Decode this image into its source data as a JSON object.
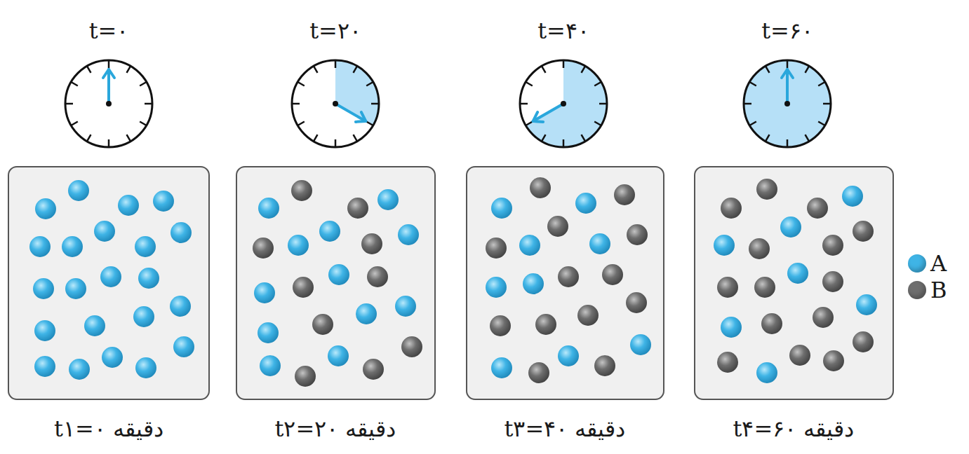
{
  "diagram": {
    "labels": [
      "t=۰",
      "t=۲۰",
      "t=۴۰",
      "t=۶۰",
      "t۱=۰ دقیقه",
      "t۲=۲۰ دقیقه",
      "t۳=۴۰ دقیقه",
      "t۴=۶۰ دقیقه"
    ],
    "legend": [
      {
        "text": "A",
        "color": "#3fb4e6"
      },
      {
        "text": "B",
        "color": "#6e6e6e"
      }
    ]
  }
}
